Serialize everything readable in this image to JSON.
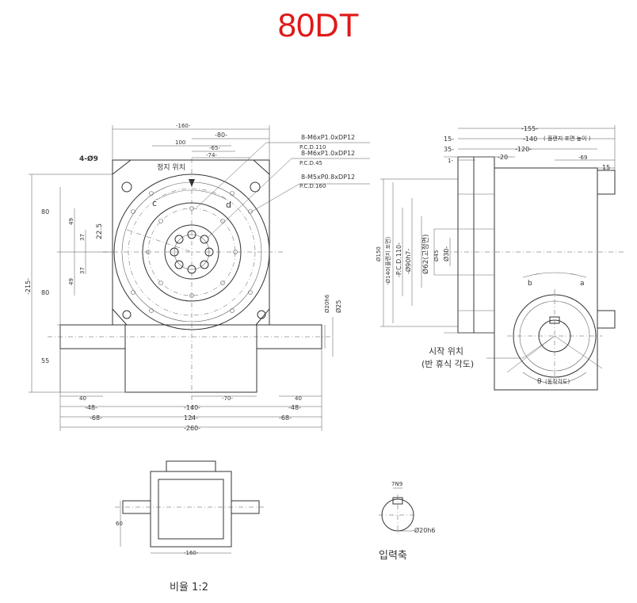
{
  "title": "80DT",
  "front_view": {
    "callouts": {
      "hole_spec_1": "8-M6xP1.0xDP12",
      "pcd_1": "P.C.D.110",
      "hole_spec_2": "8-M6xP1.0xDP12",
      "pcd_2": "P.C.D.45",
      "hole_spec_3": "8-M5xP0.8xDP12",
      "pcd_3": "P.C.D.160",
      "mount_holes": "4-Ø9",
      "stop_position": "정지 위치",
      "rot_c": "c",
      "rot_d": "d",
      "angle": "22.5"
    },
    "top_dims": {
      "w160": "-160-",
      "w80": "-80-",
      "w100": "100",
      "w65": "-65-",
      "w74": "-74-"
    },
    "left_dims": {
      "h215": "-215-",
      "h80a": "80",
      "h80b": "80",
      "h55": "55",
      "v49a": "49",
      "v37a": "37",
      "v49b": "49",
      "v37b": "37"
    },
    "shaft_dims": {
      "d20h6": "Ø20h6",
      "d25": "Ø25"
    },
    "bottom_dims": {
      "w40l": "40",
      "w48l": "-48-",
      "w68l": "-68-",
      "w70": "-70-",
      "w140": "-140-",
      "w124": "124-",
      "w40r": "40",
      "w48r": "-48-",
      "w68r": "-68-",
      "w260": "-260-"
    }
  },
  "side_view": {
    "top_dims": {
      "w155": "-155-",
      "w140": "-140",
      "note140": "( 플랜지 포면 높이 )",
      "w120": "-120-",
      "w15a": "15-",
      "w35": "35-",
      "w1": "1-",
      "w20": "-20",
      "w69": "-69",
      "w15b": "15"
    },
    "vert_dims": {
      "d150": "Ø150",
      "d140": "-Ø140(플랜지 포면)",
      "pcd110": "-P.C.D.110-",
      "d90h7": "-Ø90h7-",
      "d62": "Ø62(고정면)",
      "d45": "Ø45",
      "d30": "Ø30-"
    },
    "labels": {
      "rot_b": "b",
      "rot_a": "a",
      "theta": "θ",
      "theta_note": "(동작각도)"
    },
    "start_label_1": "시작 위치",
    "start_label_2": "(반 휴식 각도)"
  },
  "bottom_view": {
    "dims": {
      "h60": "60",
      "w160": "-160-"
    },
    "scale_label": "비율 1:2"
  },
  "shaft_detail": {
    "dims": {
      "key": "7N9",
      "d20h6": "-Ø20h6"
    },
    "label": "입력축"
  },
  "colors": {
    "title": "#e01818",
    "lines": "#333333"
  }
}
